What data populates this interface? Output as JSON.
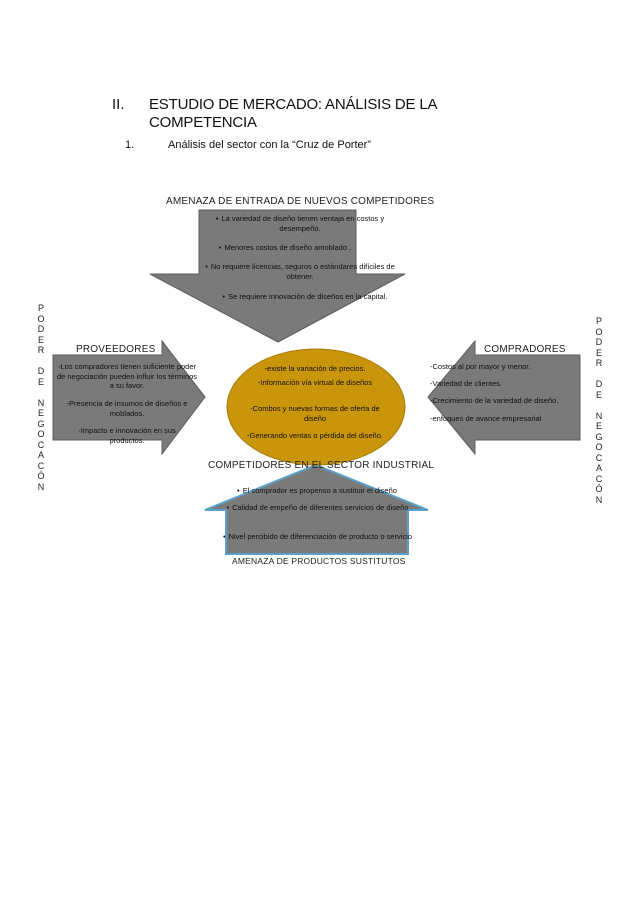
{
  "heading": {
    "number": "II.",
    "title": "ESTUDIO DE MERCADO: ANÁLISIS DE LA COMPETENCIA"
  },
  "subheading": {
    "number": "1.",
    "title": "Análisis del sector con la “Cruz de Porter”"
  },
  "side_label_letters": [
    "P",
    "O",
    "D",
    "E",
    "R",
    "",
    "D",
    "E",
    "",
    "N",
    "E",
    "G",
    "O",
    "C",
    "A",
    "C",
    "Ó",
    "N"
  ],
  "top": {
    "title": "AMENAZA  DE ENTRADA DE NUEVOS COMPETIDORES",
    "items": [
      "La variedad de diseño tienen ventaja en costos y desempeño.",
      "Menores costos de diseño amoblado .",
      "No requiere licencias, seguros o estándares difíciles de obtener.",
      "Se requiere innovación de diseños  en la capital."
    ]
  },
  "left": {
    "title": "PROVEEDORES",
    "items": [
      "-Los compradores tienen suficiente poder de negociación pueden influir los términos a su favor.",
      "-Presencia de insumos de diseños e moblados.",
      "-Impacto e innovación en sus productos."
    ]
  },
  "right": {
    "title": "COMPRADORES",
    "items": [
      "-Costos al por mayor y menor.",
      "-Variedad de clientes.",
      "-Crecimiento de la variedad de diseño.",
      "-enfoques de avance empresarial"
    ]
  },
  "center": {
    "title": "COMPETIDORES EN EL SECTOR INDUSTRIAL",
    "items": [
      "-existe la variación de precios.",
      "-Información vía virtual de diseños",
      "-Combos y nuevas formas de oferta de diseño",
      "-Generando ventas o pérdida del diseño."
    ]
  },
  "bottom": {
    "title": "AMENAZA DE PRODUCTOS SUSTITUTOS",
    "items": [
      "El comprador es propenso a sustituir el diseño",
      "Calidad de empeño de diferentes servicios de diseño",
      "Nivel percibido de diferenciación de producto o servicio"
    ]
  },
  "colors": {
    "arrow_fill": "#7a7a7a",
    "ellipse_fill": "#c9950a",
    "bottom_arrow_outline": "#5aa0c8"
  }
}
